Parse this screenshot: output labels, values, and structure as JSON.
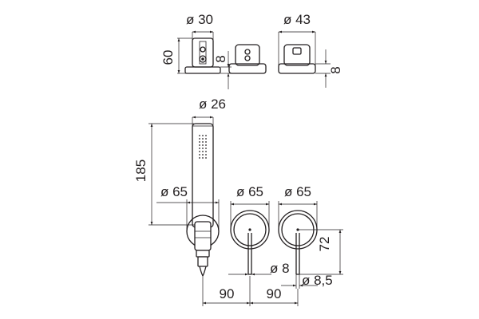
{
  "labels": {
    "top_dia_1": "ø 30",
    "top_dia_2": "ø 43",
    "top_height": "60",
    "top_thick_1": "8",
    "top_thick_2": "8",
    "shower_dia": "ø 26",
    "shower_len": "185",
    "plate_dia_1": "ø 65",
    "plate_dia_2": "ø 65",
    "plate_dia_3": "ø 65",
    "lever_dia_1": "ø 8",
    "lever_dia_2": "ø 8,5",
    "lever_h": "72",
    "spacing_1": "90",
    "spacing_2": "90"
  }
}
